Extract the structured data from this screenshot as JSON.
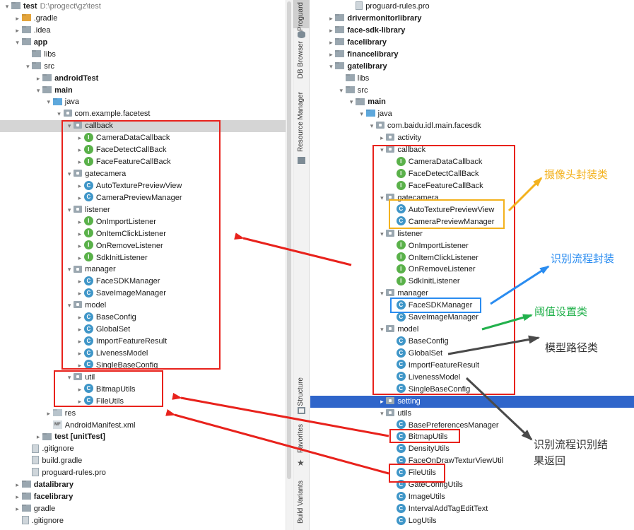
{
  "left_tree": [
    {
      "d": 0,
      "arrow": "down",
      "icon": "folder-gray",
      "label": "test",
      "bold": true,
      "suffix": "D:\\progect\\gz\\test"
    },
    {
      "d": 1,
      "arrow": "right",
      "icon": "folder-orange",
      "label": ".gradle"
    },
    {
      "d": 1,
      "arrow": "right",
      "icon": "folder-gray",
      "label": ".idea"
    },
    {
      "d": 1,
      "arrow": "down",
      "icon": "folder-mod",
      "label": "app",
      "bold": true
    },
    {
      "d": 2,
      "arrow": "none",
      "icon": "folder-gray",
      "label": "libs"
    },
    {
      "d": 2,
      "arrow": "down",
      "icon": "folder-gray",
      "label": "src"
    },
    {
      "d": 3,
      "arrow": "right",
      "icon": "folder-mod",
      "label": "androidTest",
      "bold": true
    },
    {
      "d": 3,
      "arrow": "down",
      "icon": "folder-mod",
      "label": "main",
      "bold": true
    },
    {
      "d": 4,
      "arrow": "down",
      "icon": "folder-blue",
      "label": "java"
    },
    {
      "d": 5,
      "arrow": "down",
      "icon": "pkg",
      "label": "com.example.facetest"
    },
    {
      "d": 6,
      "arrow": "down",
      "icon": "pkg",
      "label": "callback",
      "sel": true
    },
    {
      "d": 7,
      "arrow": "right",
      "icon": "I",
      "label": "CameraDataCallback"
    },
    {
      "d": 7,
      "arrow": "right",
      "icon": "I",
      "label": "FaceDetectCallBack"
    },
    {
      "d": 7,
      "arrow": "right",
      "icon": "I",
      "label": "FaceFeatureCallBack"
    },
    {
      "d": 6,
      "arrow": "down",
      "icon": "pkg",
      "label": "gatecamera"
    },
    {
      "d": 7,
      "arrow": "right",
      "icon": "C",
      "label": "AutoTexturePreviewView"
    },
    {
      "d": 7,
      "arrow": "right",
      "icon": "C",
      "label": "CameraPreviewManager"
    },
    {
      "d": 6,
      "arrow": "down",
      "icon": "pkg",
      "label": "listener"
    },
    {
      "d": 7,
      "arrow": "right",
      "icon": "I",
      "label": "OnImportListener"
    },
    {
      "d": 7,
      "arrow": "right",
      "icon": "I",
      "label": "OnItemClickListener"
    },
    {
      "d": 7,
      "arrow": "right",
      "icon": "I",
      "label": "OnRemoveListener"
    },
    {
      "d": 7,
      "arrow": "right",
      "icon": "I",
      "label": "SdkInitListener"
    },
    {
      "d": 6,
      "arrow": "down",
      "icon": "pkg",
      "label": "manager"
    },
    {
      "d": 7,
      "arrow": "right",
      "icon": "C",
      "label": "FaceSDKManager"
    },
    {
      "d": 7,
      "arrow": "right",
      "icon": "C",
      "label": "SaveImageManager"
    },
    {
      "d": 6,
      "arrow": "down",
      "icon": "pkg",
      "label": "model"
    },
    {
      "d": 7,
      "arrow": "right",
      "icon": "C",
      "label": "BaseConfig"
    },
    {
      "d": 7,
      "arrow": "right",
      "icon": "C",
      "label": "GlobalSet"
    },
    {
      "d": 7,
      "arrow": "right",
      "icon": "C",
      "label": "ImportFeatureResult"
    },
    {
      "d": 7,
      "arrow": "right",
      "icon": "C",
      "label": "LivenessModel"
    },
    {
      "d": 7,
      "arrow": "right",
      "icon": "C",
      "label": "SingleBaseConfig"
    },
    {
      "d": 6,
      "arrow": "down",
      "icon": "pkg",
      "label": "util"
    },
    {
      "d": 7,
      "arrow": "right",
      "icon": "C",
      "label": "BitmapUtils"
    },
    {
      "d": 7,
      "arrow": "right",
      "icon": "C",
      "label": "FileUtils"
    },
    {
      "d": 4,
      "arrow": "right",
      "icon": "folder-light",
      "label": "res"
    },
    {
      "d": 4,
      "arrow": "none",
      "icon": "mf",
      "label": "AndroidManifest.xml"
    },
    {
      "d": 3,
      "arrow": "right",
      "icon": "folder-mod",
      "label": "test",
      "bold": true,
      "extra": "[unitTest]"
    },
    {
      "d": 2,
      "arrow": "none",
      "icon": "file",
      "label": ".gitignore"
    },
    {
      "d": 2,
      "arrow": "none",
      "icon": "file",
      "label": "build.gradle"
    },
    {
      "d": 2,
      "arrow": "none",
      "icon": "file",
      "label": "proguard-rules.pro"
    },
    {
      "d": 1,
      "arrow": "right",
      "icon": "folder-mod",
      "label": "datalibrary",
      "bold": true
    },
    {
      "d": 1,
      "arrow": "right",
      "icon": "folder-mod",
      "label": "facelibrary",
      "bold": true
    },
    {
      "d": 1,
      "arrow": "right",
      "icon": "folder-gray",
      "label": "gradle"
    },
    {
      "d": 1,
      "arrow": "none",
      "icon": "file",
      "label": ".gitignore"
    }
  ],
  "right_tree": [
    {
      "d": 3,
      "arrow": "none",
      "icon": "file",
      "label": "proguard-rules.pro"
    },
    {
      "d": 1,
      "arrow": "right",
      "icon": "folder-mod",
      "label": "drivermonitorlibrary",
      "bold": true
    },
    {
      "d": 1,
      "arrow": "right",
      "icon": "folder-mod",
      "label": "face-sdk-library",
      "bold": true
    },
    {
      "d": 1,
      "arrow": "right",
      "icon": "folder-mod",
      "label": "facelibrary",
      "bold": true
    },
    {
      "d": 1,
      "arrow": "right",
      "icon": "folder-mod",
      "label": "financelibrary",
      "bold": true
    },
    {
      "d": 1,
      "arrow": "down",
      "icon": "folder-mod",
      "label": "gatelibrary",
      "bold": true
    },
    {
      "d": 2,
      "arrow": "none",
      "icon": "folder-gray",
      "label": "libs"
    },
    {
      "d": 2,
      "arrow": "down",
      "icon": "folder-gray",
      "label": "src"
    },
    {
      "d": 3,
      "arrow": "down",
      "icon": "folder-mod",
      "label": "main",
      "bold": true
    },
    {
      "d": 4,
      "arrow": "down",
      "icon": "folder-blue",
      "label": "java"
    },
    {
      "d": 5,
      "arrow": "down",
      "icon": "pkg",
      "label": "com.baidu.idl.main.facesdk"
    },
    {
      "d": 6,
      "arrow": "right",
      "icon": "pkg",
      "label": "activity"
    },
    {
      "d": 6,
      "arrow": "down",
      "icon": "pkg",
      "label": "callback"
    },
    {
      "d": 7,
      "arrow": "none",
      "icon": "I",
      "label": "CameraDataCallback"
    },
    {
      "d": 7,
      "arrow": "none",
      "icon": "I",
      "label": "FaceDetectCallBack"
    },
    {
      "d": 7,
      "arrow": "none",
      "icon": "I",
      "label": "FaceFeatureCallBack"
    },
    {
      "d": 6,
      "arrow": "down",
      "icon": "pkg",
      "label": "gatecamera"
    },
    {
      "d": 7,
      "arrow": "none",
      "icon": "C",
      "label": "AutoTexturePreviewView"
    },
    {
      "d": 7,
      "arrow": "none",
      "icon": "C",
      "label": "CameraPreviewManager"
    },
    {
      "d": 6,
      "arrow": "down",
      "icon": "pkg",
      "label": "listener"
    },
    {
      "d": 7,
      "arrow": "none",
      "icon": "I",
      "label": "OnImportListener"
    },
    {
      "d": 7,
      "arrow": "none",
      "icon": "I",
      "label": "OnItemClickListener"
    },
    {
      "d": 7,
      "arrow": "none",
      "icon": "I",
      "label": "OnRemoveListener"
    },
    {
      "d": 7,
      "arrow": "none",
      "icon": "I",
      "label": "SdkInitListener"
    },
    {
      "d": 6,
      "arrow": "down",
      "icon": "pkg",
      "label": "manager"
    },
    {
      "d": 7,
      "arrow": "none",
      "icon": "C",
      "label": "FaceSDKManager"
    },
    {
      "d": 7,
      "arrow": "none",
      "icon": "C",
      "label": "SaveImageManager"
    },
    {
      "d": 6,
      "arrow": "down",
      "icon": "pkg",
      "label": "model"
    },
    {
      "d": 7,
      "arrow": "none",
      "icon": "C",
      "label": "BaseConfig"
    },
    {
      "d": 7,
      "arrow": "none",
      "icon": "C",
      "label": "GlobalSet"
    },
    {
      "d": 7,
      "arrow": "none",
      "icon": "C",
      "label": "ImportFeatureResult"
    },
    {
      "d": 7,
      "arrow": "none",
      "icon": "C",
      "label": "LivenessModel"
    },
    {
      "d": 7,
      "arrow": "none",
      "icon": "C",
      "label": "SingleBaseConfig"
    },
    {
      "d": 6,
      "arrow": "right",
      "icon": "pkg",
      "label": "setting",
      "bluesel": true
    },
    {
      "d": 6,
      "arrow": "down",
      "icon": "pkg",
      "label": "utils"
    },
    {
      "d": 7,
      "arrow": "none",
      "icon": "C",
      "label": "BasePreferencesManager"
    },
    {
      "d": 7,
      "arrow": "none",
      "icon": "C",
      "label": "BitmapUtils"
    },
    {
      "d": 7,
      "arrow": "none",
      "icon": "C",
      "label": "DensityUtils"
    },
    {
      "d": 7,
      "arrow": "none",
      "icon": "C",
      "label": "FaceOnDrawTexturViewUtil"
    },
    {
      "d": 7,
      "arrow": "none",
      "icon": "C",
      "label": "FileUtils"
    },
    {
      "d": 7,
      "arrow": "none",
      "icon": "C",
      "label": "GateConfigUtils"
    },
    {
      "d": 7,
      "arrow": "none",
      "icon": "C",
      "label": "ImageUtils"
    },
    {
      "d": 7,
      "arrow": "none",
      "icon": "C",
      "label": "IntervalAddTagEditText"
    },
    {
      "d": 7,
      "arrow": "none",
      "icon": "C",
      "label": "LogUtils"
    }
  ],
  "sidebar": {
    "tabs": [
      {
        "label": "Proguard",
        "icon": "proguard-icon"
      },
      {
        "label": "DB Browser",
        "icon": "db-browser-icon"
      },
      {
        "label": "Resource Manager",
        "icon": "resource-manager-icon"
      },
      {
        "label": "Structure",
        "icon": "structure-icon"
      },
      {
        "label": "Favorites",
        "icon": "star-icon"
      },
      {
        "label": "Build Variants",
        "icon": "build-variants-icon"
      }
    ]
  },
  "annotations": {
    "camera_wrapper": "摄像头封装类",
    "recognition_flow": "识别流程封装",
    "threshold_settings": "阈值设置类",
    "model_path": "模型路径类",
    "recognition_result_line1": "识别流程识别结",
    "recognition_result_line2": "果返回"
  },
  "colors": {
    "red": "#e8221c",
    "yellow": "#f3b21e",
    "blue": "#2a8cf0",
    "green": "#22b14c",
    "dark": "#4a4a4a",
    "selection_blue": "#2f65ca"
  }
}
